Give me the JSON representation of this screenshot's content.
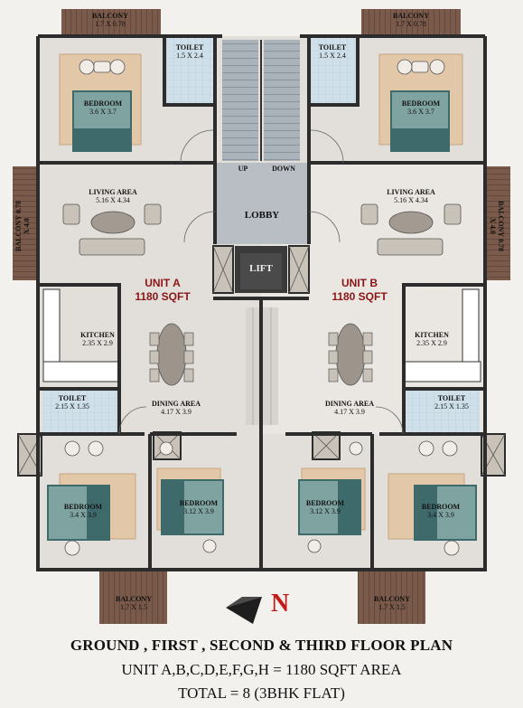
{
  "rooms": {
    "balcony_tl": {
      "name": "BALCONY",
      "size": "1.7 X 0.78"
    },
    "balcony_tr": {
      "name": "BALCONY",
      "size": "1.7 X 0.78"
    },
    "toilet_tl": {
      "name": "TOILET",
      "size": "1.5 X 2.4"
    },
    "toilet_tr": {
      "name": "TOILET",
      "size": "1.5 X 2.4"
    },
    "bedroom_tl": {
      "name": "BEDROOM",
      "size": "3.6 X 3.7"
    },
    "bedroom_tr": {
      "name": "BEDROOM",
      "size": "3.6 X 3.7"
    },
    "living_a": {
      "name": "LIVING AREA",
      "size": "5.16 X 4.34"
    },
    "living_b": {
      "name": "LIVING AREA",
      "size": "5.16 X 4.34"
    },
    "balcony_left": {
      "name": "BALCONY",
      "size": "0.78 X 4.0"
    },
    "balcony_right": {
      "name": "BALCONY",
      "size": "0.78 X 4.0"
    },
    "kitchen_a": {
      "name": "KITCHEN",
      "size": "2.35 X 2.9"
    },
    "kitchen_b": {
      "name": "KITCHEN",
      "size": "2.35 X 2.9"
    },
    "toilet_ml": {
      "name": "TOILET",
      "size": "2.15 X 1.35"
    },
    "toilet_mr": {
      "name": "TOILET",
      "size": "2.15 X 1.35"
    },
    "dining_a": {
      "name": "DINING AREA",
      "size": "4.17 X 3.9"
    },
    "dining_b": {
      "name": "DINING AREA",
      "size": "4.17 X 3.9"
    },
    "bedroom_bl1": {
      "name": "BEDROOM",
      "size": "3.4 X 3.9"
    },
    "bedroom_bl2": {
      "name": "BEDROOM",
      "size": "3.12 X 3.9"
    },
    "bedroom_br2": {
      "name": "BEDROOM",
      "size": "3.12 X 3.9"
    },
    "bedroom_br1": {
      "name": "BEDROOM",
      "size": "3.4 X 3.9"
    },
    "balcony_bl": {
      "name": "BALCONY",
      "size": "1.7 X 1.5"
    },
    "balcony_br": {
      "name": "BALCONY",
      "size": "1.7 X 1.5"
    }
  },
  "core": {
    "up": "UP",
    "down": "DOWN",
    "lobby": "LOBBY",
    "lift": "LIFT"
  },
  "units": {
    "a": {
      "name": "UNIT A",
      "area": "1180 SQFT"
    },
    "b": {
      "name": "UNIT B",
      "area": "1180 SQFT"
    }
  },
  "north": "N",
  "footer": {
    "title": "GROUND , FIRST , SECOND & THIRD FLOOR  PLAN",
    "line2": "UNIT A,B,C,D,E,F,G,H = 1180 SQFT AREA",
    "line3": "TOTAL = 8 (3BHK FLAT)"
  },
  "colors": {
    "wall": "#2c2c2c",
    "floor": "#e2dfdb",
    "bedroom_rug": "#e2c8a8",
    "bed": "#3f6a6c",
    "balcony_deck": "#7a5a4a",
    "lobby": "#b8bec4",
    "unit_label": "#8b1515",
    "north": "#c41a1a"
  }
}
